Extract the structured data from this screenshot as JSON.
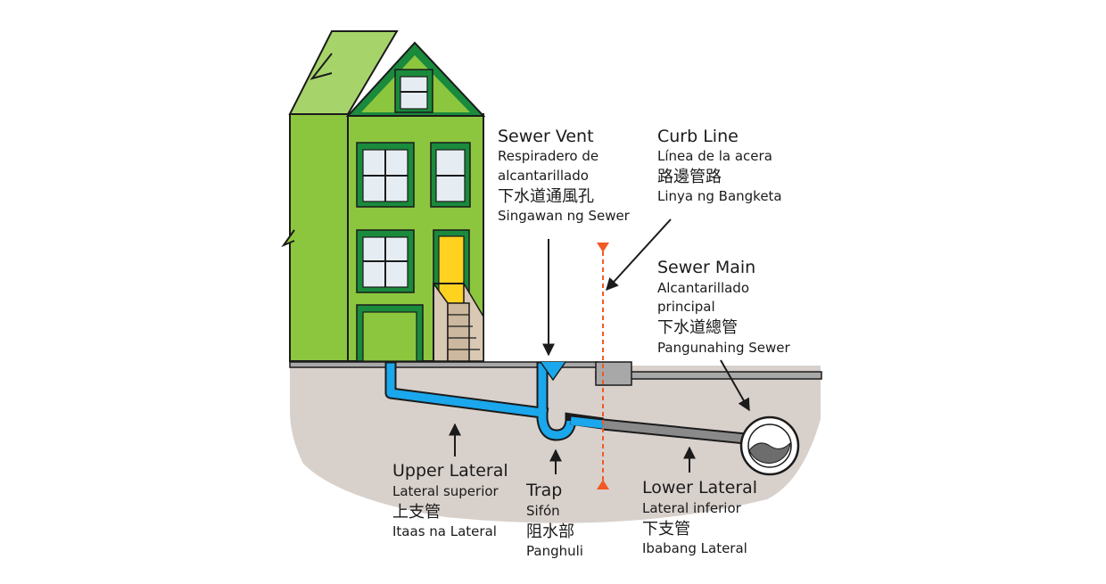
{
  "labels": {
    "sewer_vent": {
      "title": "Sewer Vent",
      "spanish_line1": "Respiradero de",
      "spanish_line2": "alcantarillado",
      "chinese": "下水道通風孔",
      "tagalog": "Singawan ng Sewer"
    },
    "curb_line": {
      "title": "Curb Line",
      "spanish": "Línea de la acera",
      "chinese": "路邊管路",
      "tagalog": "Linya ng Bangketa"
    },
    "sewer_main": {
      "title": "Sewer Main",
      "spanish_line1": "Alcantarillado",
      "spanish_line2": "principal",
      "chinese": "下水道總管",
      "tagalog": "Pangunahing Sewer"
    },
    "upper_lateral": {
      "title": "Upper Lateral",
      "spanish": "Lateral superior",
      "chinese": "上支管",
      "tagalog": "Itaas na Lateral"
    },
    "trap": {
      "title": "Trap",
      "spanish": "Sifón",
      "chinese": "阻水部",
      "tagalog": "Panghuli"
    },
    "lower_lateral": {
      "title": "Lower Lateral",
      "spanish": "Lateral inferior",
      "chinese": "下支管",
      "tagalog": "Ibabang Lateral"
    }
  },
  "colors": {
    "house_green": "#8cc63f",
    "roof_green": "#a6d46a",
    "trim_green": "#1a8a3c",
    "door_yellow": "#ffd21f",
    "ground": "#d8d0cb",
    "street": "#a8a8a8",
    "lateral_upper_blue": "#1aa7ec",
    "lateral_lower_gray": "#8a8a8a",
    "curb_line_orange": "#f15a24",
    "ink": "#1b1b1b"
  }
}
